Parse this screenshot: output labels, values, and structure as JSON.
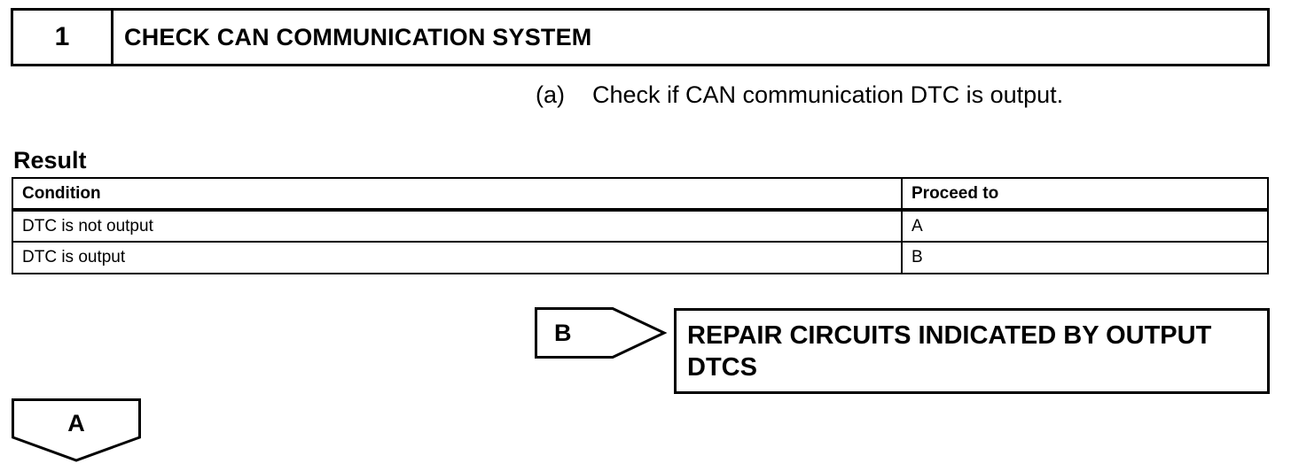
{
  "step": {
    "number": "1",
    "title": "CHECK CAN COMMUNICATION SYSTEM"
  },
  "instruction": {
    "label": "(a)",
    "text": "Check if CAN communication DTC is output."
  },
  "result": {
    "label": "Result",
    "headers": {
      "condition": "Condition",
      "proceed_to": "Proceed to"
    },
    "rows": [
      {
        "condition": "DTC is not output",
        "proceed_to": "A"
      },
      {
        "condition": "DTC is output",
        "proceed_to": "B"
      }
    ]
  },
  "branch_b": {
    "label": "B",
    "action": "REPAIR CIRCUITS INDICATED BY OUTPUT DTCS"
  },
  "branch_a": {
    "label": "A"
  }
}
